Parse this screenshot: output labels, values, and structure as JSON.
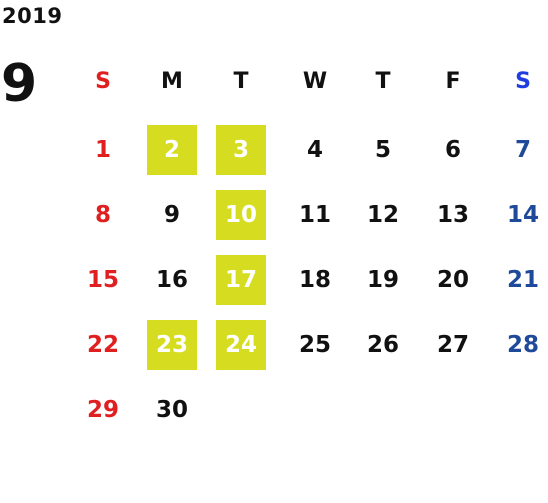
{
  "year": "2019",
  "month": "9",
  "weekday_headers": [
    "S",
    "M",
    "T",
    "W",
    "T",
    "F",
    "S"
  ],
  "highlight_color": "#d6dc1f",
  "weeks": [
    [
      {
        "d": "1",
        "hl": false
      },
      {
        "d": "2",
        "hl": true
      },
      {
        "d": "3",
        "hl": true
      },
      {
        "d": "4",
        "hl": false
      },
      {
        "d": "5",
        "hl": false
      },
      {
        "d": "6",
        "hl": false
      },
      {
        "d": "7",
        "hl": false
      }
    ],
    [
      {
        "d": "8",
        "hl": false
      },
      {
        "d": "9",
        "hl": false
      },
      {
        "d": "10",
        "hl": true
      },
      {
        "d": "11",
        "hl": false
      },
      {
        "d": "12",
        "hl": false
      },
      {
        "d": "13",
        "hl": false
      },
      {
        "d": "14",
        "hl": false
      }
    ],
    [
      {
        "d": "15",
        "hl": false
      },
      {
        "d": "16",
        "hl": false
      },
      {
        "d": "17",
        "hl": true
      },
      {
        "d": "18",
        "hl": false
      },
      {
        "d": "19",
        "hl": false
      },
      {
        "d": "20",
        "hl": false
      },
      {
        "d": "21",
        "hl": false
      }
    ],
    [
      {
        "d": "22",
        "hl": false
      },
      {
        "d": "23",
        "hl": true
      },
      {
        "d": "24",
        "hl": true
      },
      {
        "d": "25",
        "hl": false
      },
      {
        "d": "26",
        "hl": false
      },
      {
        "d": "27",
        "hl": false
      },
      {
        "d": "28",
        "hl": false
      }
    ],
    [
      {
        "d": "29",
        "hl": false
      },
      {
        "d": "30",
        "hl": false
      }
    ]
  ]
}
